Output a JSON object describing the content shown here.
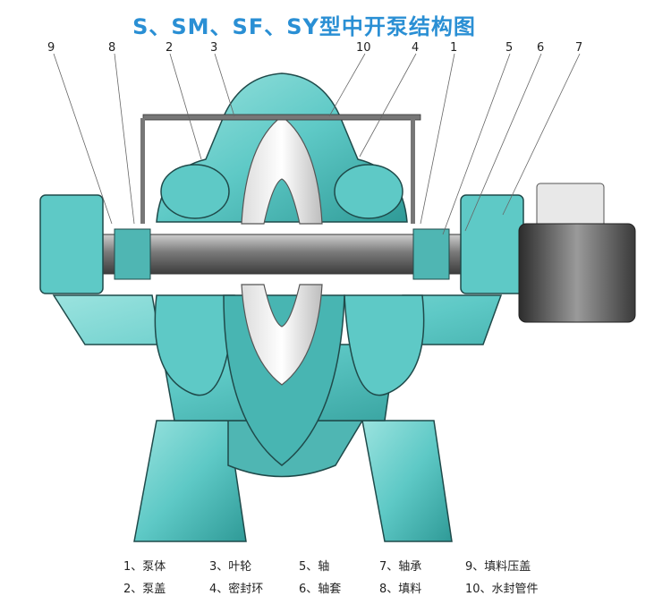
{
  "title": "S、SM、SF、SY型中开泵结构图",
  "callouts": [
    "9",
    "8",
    "2",
    "3",
    "10",
    "4",
    "1",
    "5",
    "6",
    "7"
  ],
  "legend": [
    "1、泵体",
    "3、叶轮",
    "5、轴",
    "7、轴承",
    "9、填料压盖",
    "2、泵盖",
    "4、密封环",
    "6、轴套",
    "8、填料",
    "10、水封管件"
  ],
  "colors": {
    "casing": "#5ec9c6",
    "casing_dark": "#2d8f8c",
    "shaft": "#8a8a8a",
    "outline": "#1f4a4a",
    "title": "#2a8fd4"
  }
}
